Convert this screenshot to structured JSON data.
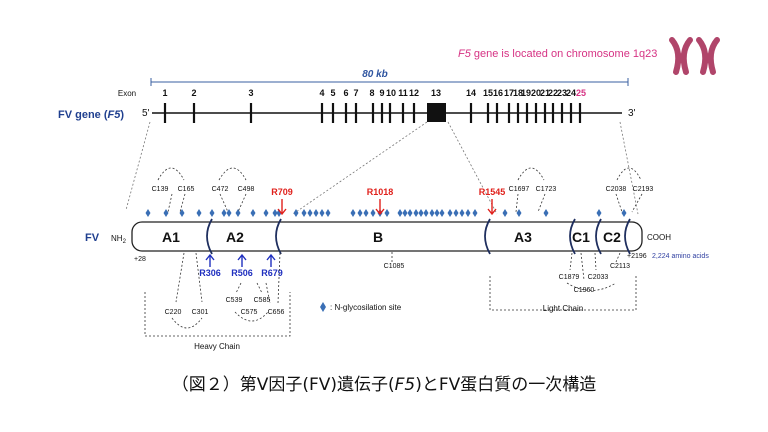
{
  "chromosome_note": {
    "gene_italic": "F5",
    "text": " gene is located on chromosome 1q23",
    "color": "#d63384"
  },
  "gene": {
    "length_label": "80 kb",
    "exon_header": "Exon",
    "row_label_prefix": "FV gene (",
    "row_label_italic": "F5",
    "row_label_suffix": ")",
    "end5": "5'",
    "end3": "3'",
    "exon_labels": [
      "1",
      "2",
      "3",
      "4",
      "5",
      "6",
      "7",
      "8",
      "9",
      "10",
      "11",
      "12",
      "13",
      "14",
      "15",
      "16",
      "17",
      "18",
      "19",
      "20",
      "21",
      "22",
      "23",
      "24",
      "25"
    ],
    "last_exon_color": "#d63384",
    "label_color": "#1f3f8f"
  },
  "protein": {
    "row_label": "FV",
    "n_term": "NH",
    "n_term_sub": "2",
    "c_term": "COOH",
    "start_label": "+28",
    "end_label": "+2196",
    "length_note": "2,224 amino acids",
    "domains": [
      "A1",
      "A2",
      "B",
      "A3",
      "C1",
      "C2"
    ]
  },
  "cleavage_sites": {
    "red": [
      "R709",
      "R1018",
      "R1545"
    ],
    "blue": [
      "R306",
      "R506",
      "R679"
    ],
    "red_color": "#e0201b",
    "blue_color": "#1f2fbf"
  },
  "disulfides": {
    "top": [
      "C139",
      "C165",
      "C472",
      "C498",
      "C1697",
      "C1723",
      "C2038",
      "C2193"
    ],
    "bottom_b": "C1085",
    "bottom_heavy": [
      "C220",
      "C301",
      "C539",
      "C585",
      "C575",
      "C656"
    ],
    "bottom_light": [
      "C1879",
      "C1960",
      "C2033",
      "C2113"
    ]
  },
  "legend": {
    "glyco": ": N-glycosilation site",
    "glyco_color": "#3a6fb5"
  },
  "chains": {
    "heavy": "Heavy Chain",
    "light": "Light Chain"
  },
  "caption": {
    "pre": "（図２）第V因子(FV)遺伝子(",
    "italic": "F5",
    "post": ")とFV蛋白質の一次構造"
  }
}
